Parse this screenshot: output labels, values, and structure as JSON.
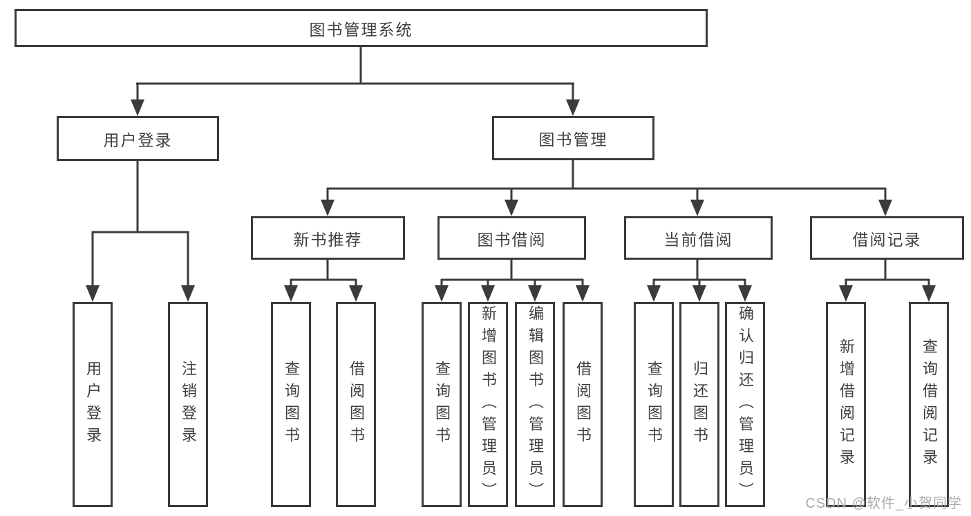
{
  "colors": {
    "line": "#3b3b3b",
    "box_border": "#3b3b3b",
    "text": "#3f3f3f",
    "background": "#ffffff",
    "watermark": "#a5a5a5"
  },
  "watermark": {
    "text": "CSDN @软件_小贺同学"
  },
  "diagram": {
    "type": "hierarchy-tree",
    "label": "图书管理系统",
    "children": [
      {
        "label": "用户登录",
        "children": [
          {
            "label": "用户登录"
          },
          {
            "label": "注销登录"
          }
        ]
      },
      {
        "label": "图书管理",
        "children": [
          {
            "label": "新书推荐",
            "children": [
              {
                "label": "查询图书"
              },
              {
                "label": "借阅图书"
              }
            ]
          },
          {
            "label": "图书借阅",
            "children": [
              {
                "label": "查询图书"
              },
              {
                "label": "新增图书（管理员）"
              },
              {
                "label": "编辑图书（管理员）"
              },
              {
                "label": "借阅图书"
              }
            ]
          },
          {
            "label": "当前借阅",
            "children": [
              {
                "label": "查询图书"
              },
              {
                "label": "归还图书"
              },
              {
                "label": "确认归还（管理员）"
              }
            ]
          },
          {
            "label": "借阅记录",
            "children": [
              {
                "label": "新增借阅记录"
              },
              {
                "label": "查询借阅记录"
              }
            ]
          }
        ]
      }
    ]
  }
}
